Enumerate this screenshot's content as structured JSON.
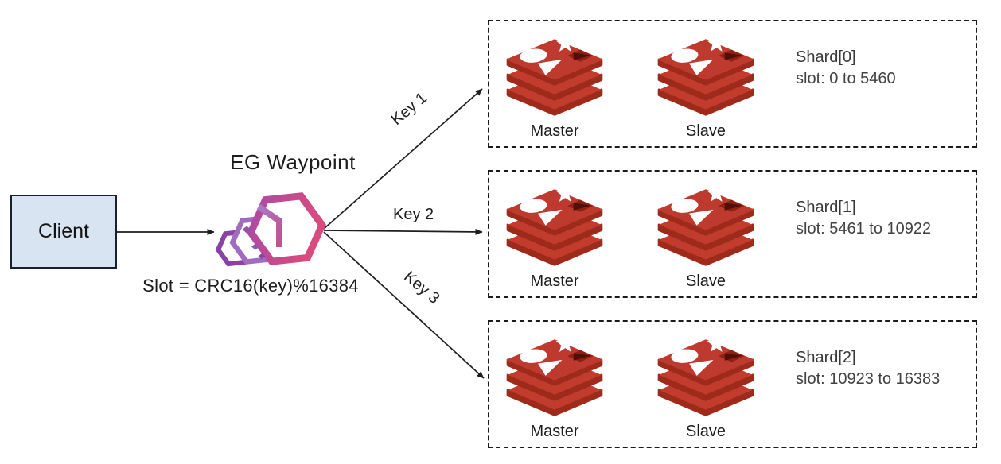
{
  "client": {
    "label": "Client"
  },
  "waypoint": {
    "title": "EG Waypoint",
    "formula": "Slot = CRC16(key)%16384",
    "icon": "eg-waypoint-hexagon-cubes-logo",
    "colors": {
      "pink": "#CE4687",
      "purple_mid": "#A16CC0",
      "purple_dark": "#8A42A5"
    }
  },
  "keys": [
    {
      "label": "Key 1"
    },
    {
      "label": "Key 2"
    },
    {
      "label": "Key 3"
    }
  ],
  "shards": [
    {
      "name": "Shard[0]",
      "slot": "slot: 0 to 5460",
      "nodes": [
        {
          "label": "Master",
          "icon": "redis-database-icon"
        },
        {
          "label": "Slave",
          "icon": "redis-database-icon"
        }
      ]
    },
    {
      "name": "Shard[1]",
      "slot": "slot: 5461 to 10922",
      "nodes": [
        {
          "label": "Master",
          "icon": "redis-database-icon"
        },
        {
          "label": "Slave",
          "icon": "redis-database-icon"
        }
      ]
    },
    {
      "name": "Shard[2]",
      "slot": "slot: 10923 to 16383",
      "nodes": [
        {
          "label": "Master",
          "icon": "redis-database-icon"
        },
        {
          "label": "Slave",
          "icon": "redis-database-icon"
        }
      ]
    }
  ],
  "colors": {
    "client_fill": "#d8e4f2",
    "client_border": "#18222e",
    "redis_red": "#C23C2E",
    "redis_dark_red": "#9E2A1B",
    "arrow": "#1e1e1e",
    "shard_border": "#1b1b1b",
    "text": "#1f1f1f"
  }
}
